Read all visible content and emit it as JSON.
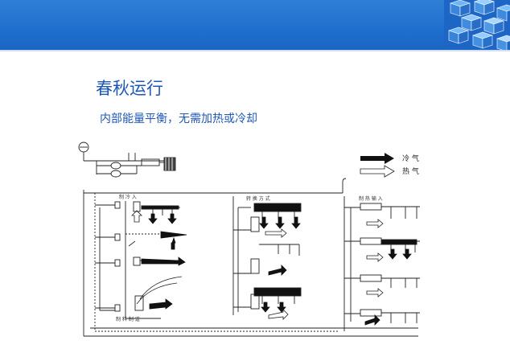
{
  "header": {
    "title": "春秋运行",
    "subtitle": "内部能量平衡，无需加热或冷却"
  },
  "legend": {
    "cold_label": "冷 气",
    "hot_label": "热 气"
  },
  "colors": {
    "banner": "#1f6fce",
    "title_text": "#1f57b8",
    "line": "#222222"
  },
  "icons": [
    "cube-pattern-logo",
    "gauge-icon",
    "compressor-icon",
    "fan-coil-icon"
  ]
}
